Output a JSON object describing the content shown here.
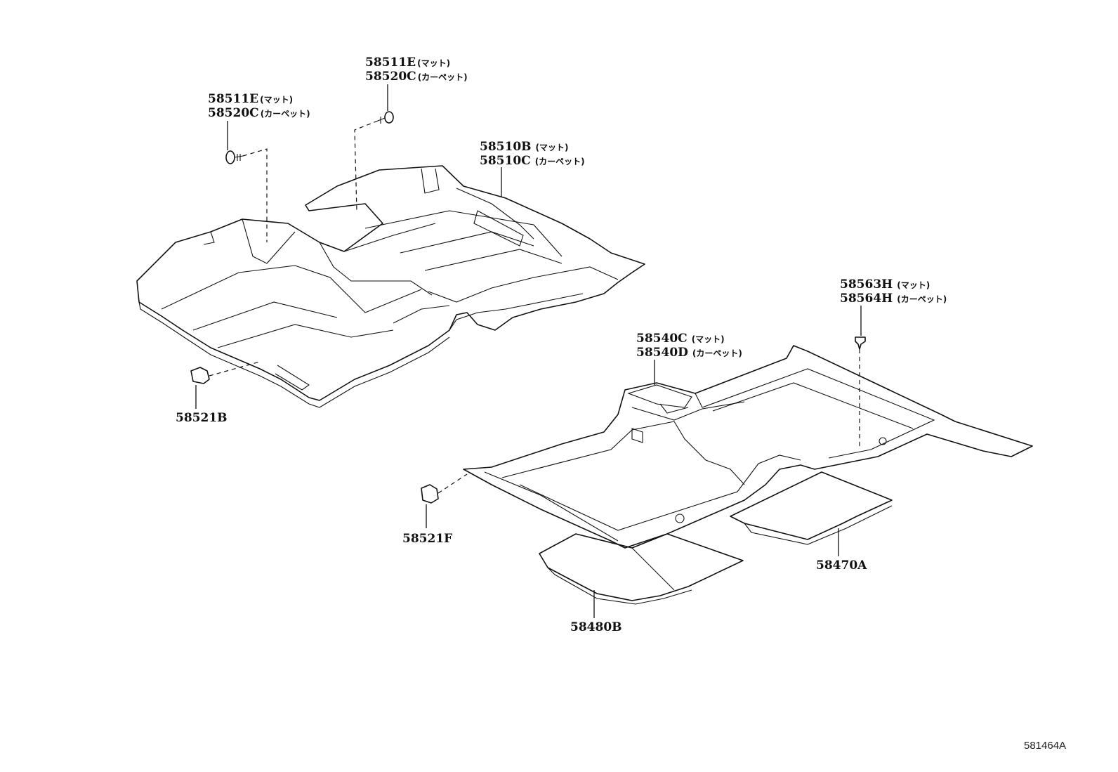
{
  "callouts": [
    {
      "part": "58511E",
      "note": "(マット)"
    },
    {
      "part": "58520C",
      "note": "(カーペット)"
    },
    {
      "part": "58511E",
      "note": "(マット)"
    },
    {
      "part": "58520C",
      "note": "(カーペット)"
    },
    {
      "part": "58510B",
      "note": "(マット)"
    },
    {
      "part": "58510C",
      "note": "(カーペット)"
    },
    {
      "part": "58563H",
      "note": "(マット)"
    },
    {
      "part": "58564H",
      "note": "(カーペット)"
    },
    {
      "part": "58540C",
      "note": "(マット)"
    },
    {
      "part": "58540D",
      "note": "(カーペット)"
    },
    {
      "part": "58521B",
      "note": ""
    },
    {
      "part": "58521F",
      "note": ""
    },
    {
      "part": "58470A",
      "note": ""
    },
    {
      "part": "58480B",
      "note": ""
    }
  ],
  "diagram_code": "581464A"
}
